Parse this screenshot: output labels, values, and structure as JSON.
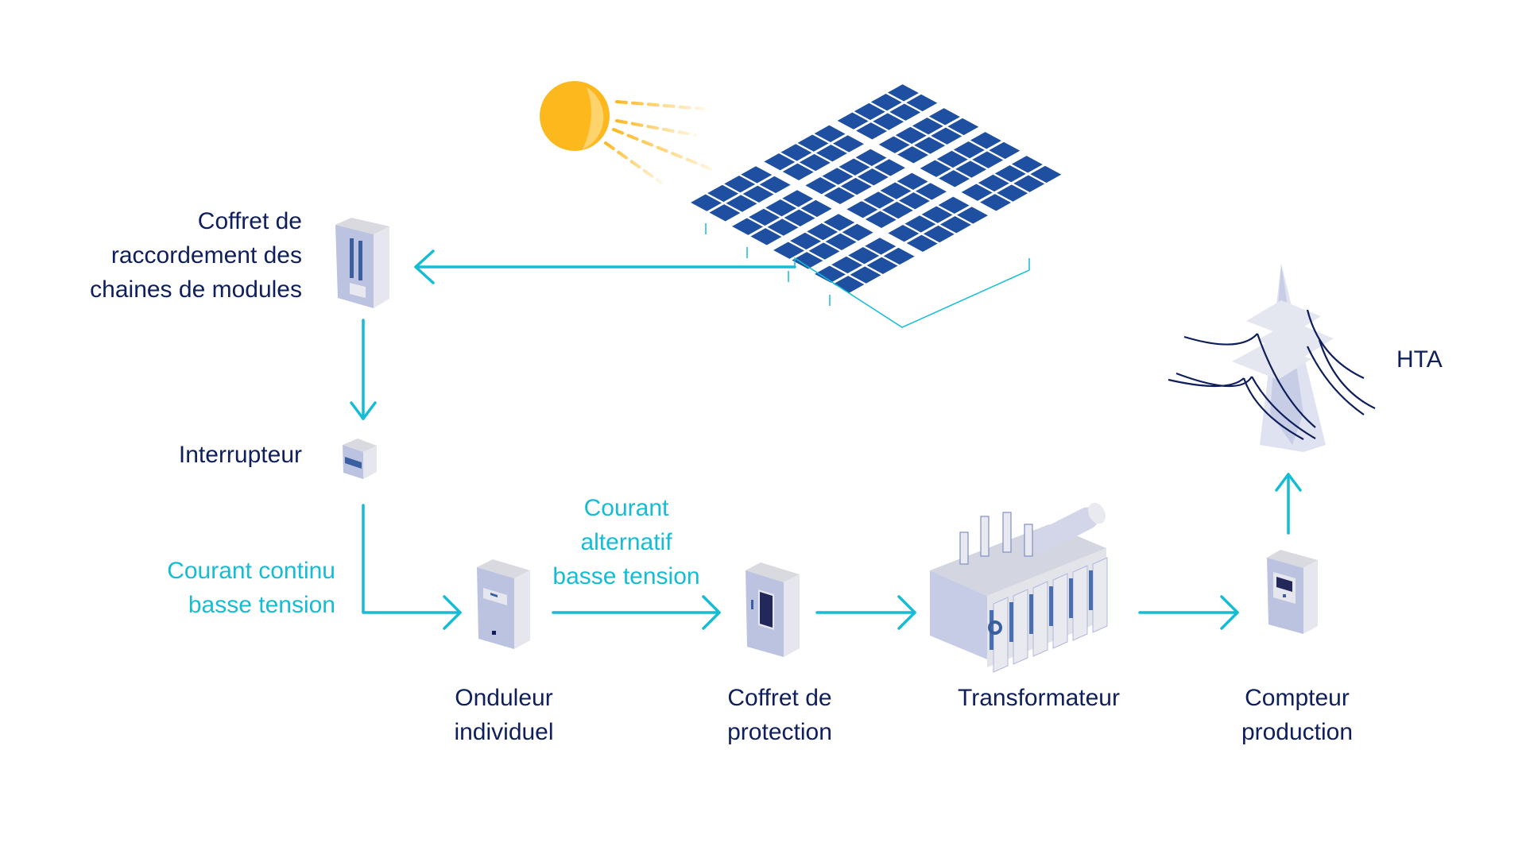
{
  "diagram": {
    "title": "Chaîne de production photovoltaïque",
    "colors": {
      "arrow": "#14bcd6",
      "text_dark": "#0f1f5c",
      "text_flow": "#14bcd6",
      "sun": "#fdb81e",
      "panel": "#1e4fa0",
      "equipment_light": "#e3e3ea",
      "equipment_side": "#bcc3e0",
      "equipment_accent": "#3a5fa0"
    },
    "nodes": {
      "sun": {
        "icon": "sun-icon"
      },
      "panels": {
        "icon": "solar-panel-array-icon"
      },
      "coffret_raccordement": {
        "icon": "junction-box-icon",
        "label_lines": [
          "Coffret de",
          "raccordement des",
          "chaines de modules"
        ]
      },
      "interrupteur": {
        "icon": "switch-box-icon",
        "label": "Interrupteur"
      },
      "onduleur": {
        "icon": "inverter-icon",
        "label_lines": [
          "Onduleur",
          "individuel"
        ]
      },
      "coffret_protection": {
        "icon": "protection-box-icon",
        "label_lines": [
          "Coffret de",
          "protection"
        ]
      },
      "transformateur": {
        "icon": "transformer-icon",
        "label": "Transformateur"
      },
      "compteur": {
        "icon": "meter-icon",
        "label_lines": [
          "Compteur",
          "production"
        ]
      },
      "hta": {
        "icon": "power-pylon-icon",
        "label": "HTA"
      }
    },
    "flow_labels": {
      "courant_continu": [
        "Courant continu",
        "basse tension"
      ],
      "courant_alternatif": [
        "Courant",
        "alternatif",
        "basse tension"
      ]
    },
    "edges": [
      {
        "from": "panels",
        "to": "coffret_raccordement"
      },
      {
        "from": "coffret_raccordement",
        "to": "interrupteur"
      },
      {
        "from": "interrupteur",
        "to": "onduleur",
        "label": "courant_continu"
      },
      {
        "from": "onduleur",
        "to": "coffret_protection",
        "label": "courant_alternatif"
      },
      {
        "from": "coffret_protection",
        "to": "transformateur"
      },
      {
        "from": "transformateur",
        "to": "compteur"
      },
      {
        "from": "compteur",
        "to": "hta"
      }
    ]
  }
}
